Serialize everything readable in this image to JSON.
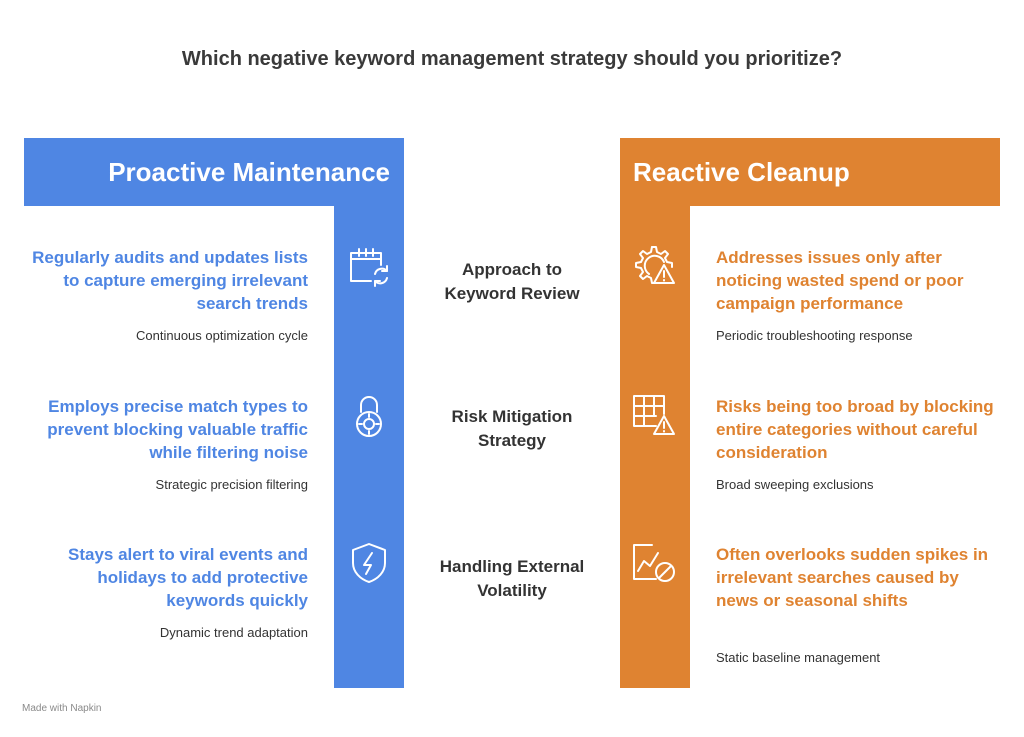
{
  "title": "Which negative keyword management strategy should you prioritize?",
  "left": {
    "header": "Proactive Maintenance",
    "color": "#4f86e3",
    "items": [
      {
        "heading": "Regularly audits and updates lists to capture emerging irrelevant search trends",
        "sub": "Continuous optimization cycle",
        "icon": "calendar-refresh-icon"
      },
      {
        "heading": "Employs precise match types to prevent blocking valuable traffic while filtering noise",
        "sub": "Strategic precision filtering",
        "icon": "lock-target-icon"
      },
      {
        "heading": "Stays alert to viral events and holidays to add protective keywords quickly",
        "sub": "Dynamic trend adaptation",
        "icon": "shield-lightning-icon"
      }
    ]
  },
  "right": {
    "header": "Reactive Cleanup",
    "color": "#df8331",
    "items": [
      {
        "heading": "Addresses issues only after noticing wasted spend or poor campaign performance",
        "sub": "Periodic troubleshooting response",
        "icon": "gear-warning-icon"
      },
      {
        "heading": "Risks being too broad by blocking entire categories without careful consideration",
        "sub": "Broad sweeping exclusions",
        "icon": "grid-warning-icon"
      },
      {
        "heading": "Often overlooks sudden spikes in irrelevant searches caused by news or seasonal shifts",
        "sub": "Static baseline management",
        "icon": "chart-blocked-icon"
      }
    ]
  },
  "criteria": [
    "Approach to Keyword Review",
    "Risk Mitigation Strategy",
    "Handling External Volatility"
  ],
  "footer": "Made with Napkin"
}
